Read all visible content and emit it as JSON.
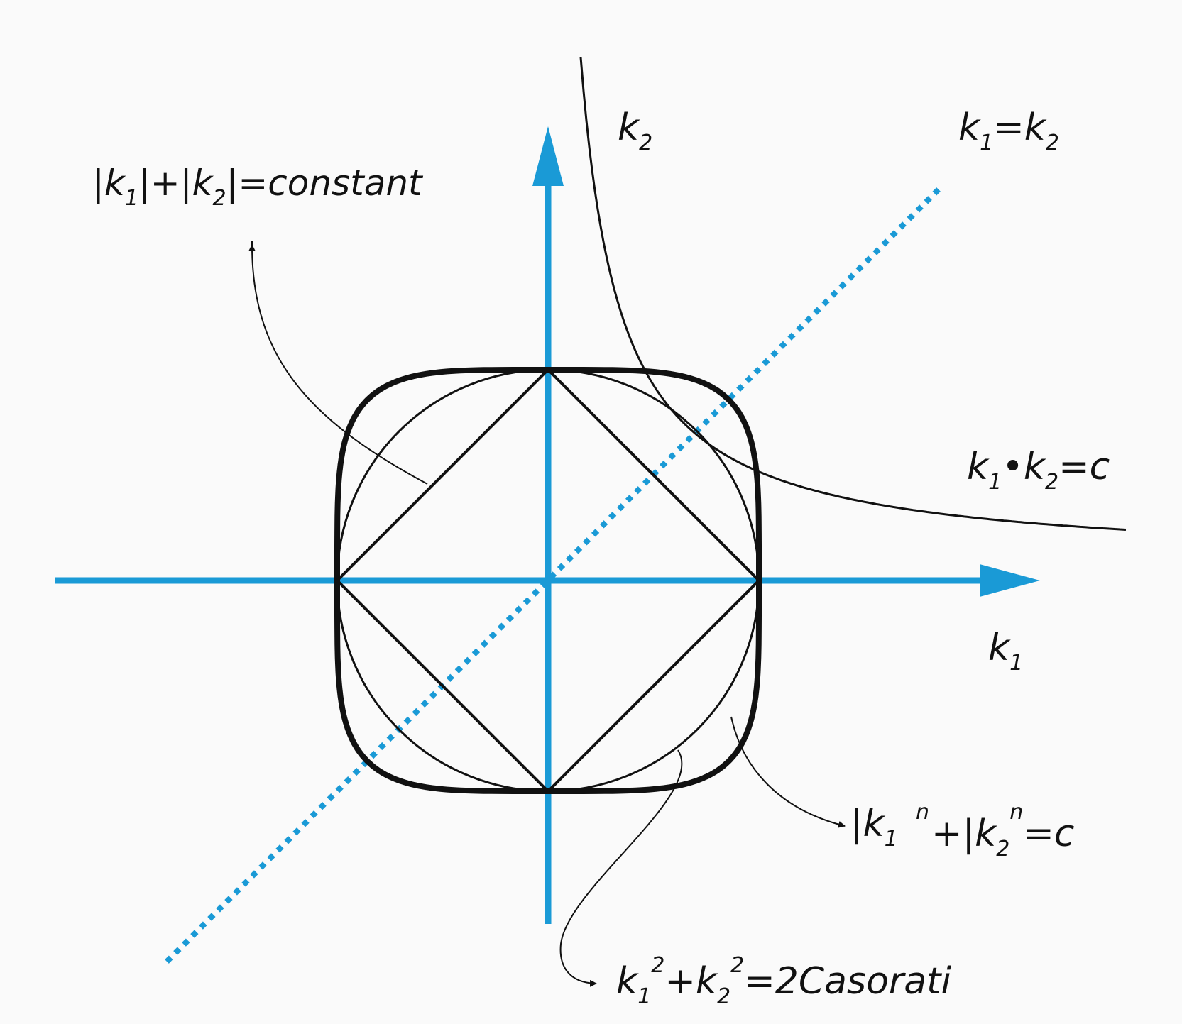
{
  "colors": {
    "axis": "#1a9ad6",
    "ink": "#111111",
    "background": "#fafafa"
  },
  "labels": {
    "axis_k2": {
      "base": "k",
      "sub": "2"
    },
    "axis_k1": {
      "base": "k",
      "sub": "1"
    },
    "diag_k1": "k",
    "diag_sub1": "1",
    "diag_eq": "=k",
    "diag_sub2": "2",
    "abs_p1": "|k",
    "abs_s1": "1",
    "abs_p2": "|+|k",
    "abs_s2": "2",
    "abs_p3": "|=constant",
    "prod_k1": "k",
    "prod_s1": "1",
    "prod_dot": "•k",
    "prod_s2": "2",
    "prod_eq": "=c",
    "pn_p1": "|k",
    "pn_s1": "1",
    "pn_sup1": "n",
    "pn_p2": "+|k",
    "pn_s2": "2",
    "pn_sup2": "n",
    "pn_eq": "=c",
    "cas_k1": "k",
    "cas_s1": "1",
    "cas_sup1": "2",
    "cas_p2": "+k",
    "cas_s2": "2",
    "cas_sup2": "2",
    "cas_eq": "=2Casorati"
  }
}
